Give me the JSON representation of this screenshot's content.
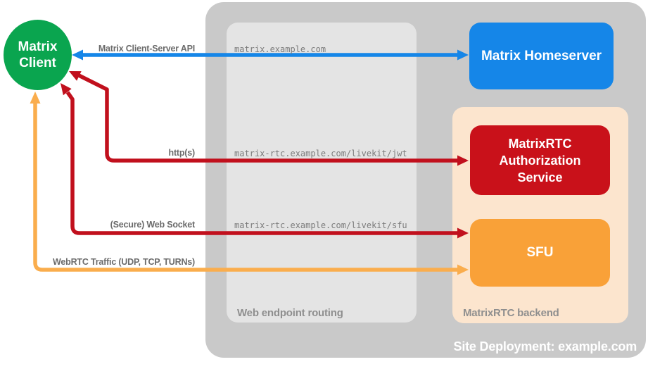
{
  "diagram_title": "Site Deployment: example.com",
  "colors": {
    "client_green": "#0AA54F",
    "homeserver_blue": "#1586E8",
    "auth_red": "#C9111A",
    "red_arrow": "#C1101D",
    "sfu_orange": "#F9A138",
    "orange_arrow": "#FAAD4D",
    "outer_gray": "#C9C9C9",
    "routing_gray": "#E4E4E4",
    "backend_peach": "#FCE5CE",
    "label_gray": "#6B6B6B"
  },
  "containers": {
    "site_deployment": {
      "label": "Site Deployment: example.com"
    },
    "web_endpoint_routing": {
      "label": "Web endpoint routing"
    },
    "matrixrtc_backend": {
      "label": "MatrixRTC backend"
    }
  },
  "nodes": {
    "matrix_client": {
      "label": "Matrix Client"
    },
    "matrix_homeserver": {
      "label": "Matrix Homeserver"
    },
    "auth_service": {
      "label": "MatrixRTC Authorization Service"
    },
    "sfu": {
      "label": "SFU"
    }
  },
  "arrows": {
    "client_server_api": {
      "label": "Matrix Client-Server API",
      "from": "Matrix Client",
      "to": "Matrix Homeserver",
      "bidirectional": true
    },
    "http": {
      "label": "http(s)",
      "from": "Matrix Client",
      "to": "MatrixRTC Authorization Service",
      "bidirectional": true
    },
    "web_socket": {
      "label": "(Secure) Web Socket",
      "from": "Matrix Client",
      "to": "SFU",
      "bidirectional": true
    },
    "webrtc": {
      "label": "WebRTC Traffic (UDP, TCP, TURNs)",
      "from": "Matrix Client",
      "to": "SFU",
      "bidirectional": true
    }
  },
  "endpoints": {
    "homeserver_route": "matrix.example.com",
    "jwt_route": "matrix-rtc.example.com/livekit/jwt",
    "sfu_route": "matrix-rtc.example.com/livekit/sfu"
  }
}
